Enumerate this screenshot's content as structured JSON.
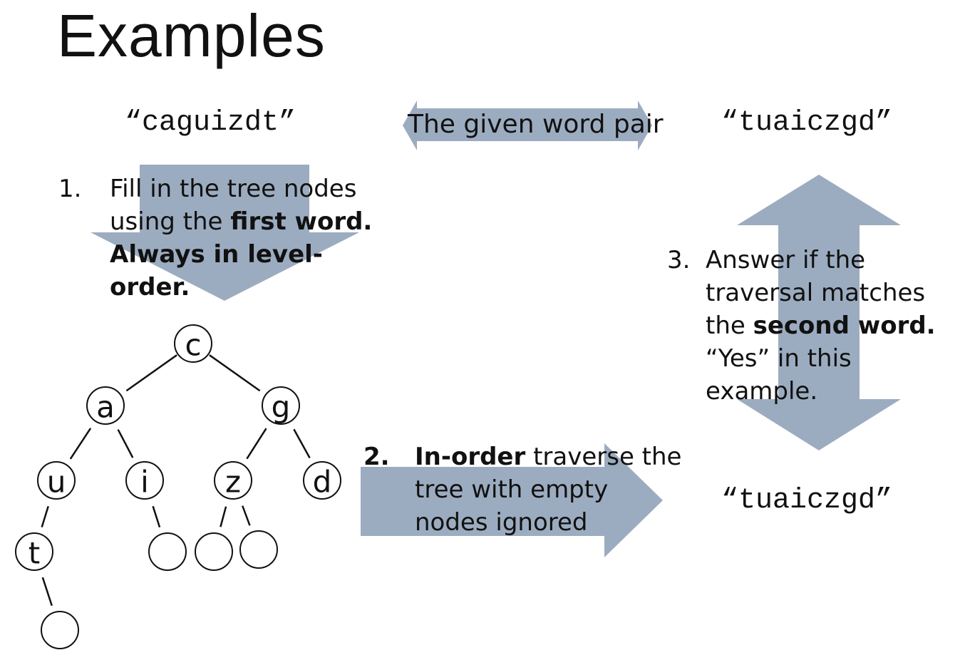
{
  "title": "Examples",
  "words": {
    "first": "“caguizdt”",
    "second": "“tuaiczgd”",
    "result": "“tuaiczgd”"
  },
  "pair_label": "The given word pair",
  "step1": {
    "number": "1.",
    "text_a": "Fill in the tree nodes using the ",
    "bold_a": "first word. Always in level-order."
  },
  "step2": {
    "number": "2.",
    "bold_a": "In-order",
    "text_a": " traverse the tree with empty nodes ignored"
  },
  "step3": {
    "number": "3.",
    "text_a": "Answer if the traversal matches the ",
    "bold_a": "second word.",
    "text_b": " “Yes” in this example."
  },
  "tree": {
    "nodes": [
      {
        "id": "c",
        "label": "c"
      },
      {
        "id": "a",
        "label": "a"
      },
      {
        "id": "g",
        "label": "g"
      },
      {
        "id": "u",
        "label": "u"
      },
      {
        "id": "i",
        "label": "i"
      },
      {
        "id": "z",
        "label": "z"
      },
      {
        "id": "d",
        "label": "d"
      },
      {
        "id": "t",
        "label": "t"
      },
      {
        "id": "e1",
        "label": ""
      },
      {
        "id": "e2",
        "label": ""
      },
      {
        "id": "e3",
        "label": ""
      },
      {
        "id": "e4",
        "label": ""
      }
    ],
    "edges": [
      [
        "c",
        "a"
      ],
      [
        "c",
        "g"
      ],
      [
        "a",
        "u"
      ],
      [
        "a",
        "i"
      ],
      [
        "g",
        "z"
      ],
      [
        "g",
        "d"
      ],
      [
        "u",
        "t"
      ],
      [
        "i",
        "e2"
      ],
      [
        "z",
        "e3"
      ],
      [
        "z",
        "e4"
      ],
      [
        "t",
        "e1"
      ]
    ]
  },
  "colors": {
    "arrow": "#9cacc0"
  }
}
